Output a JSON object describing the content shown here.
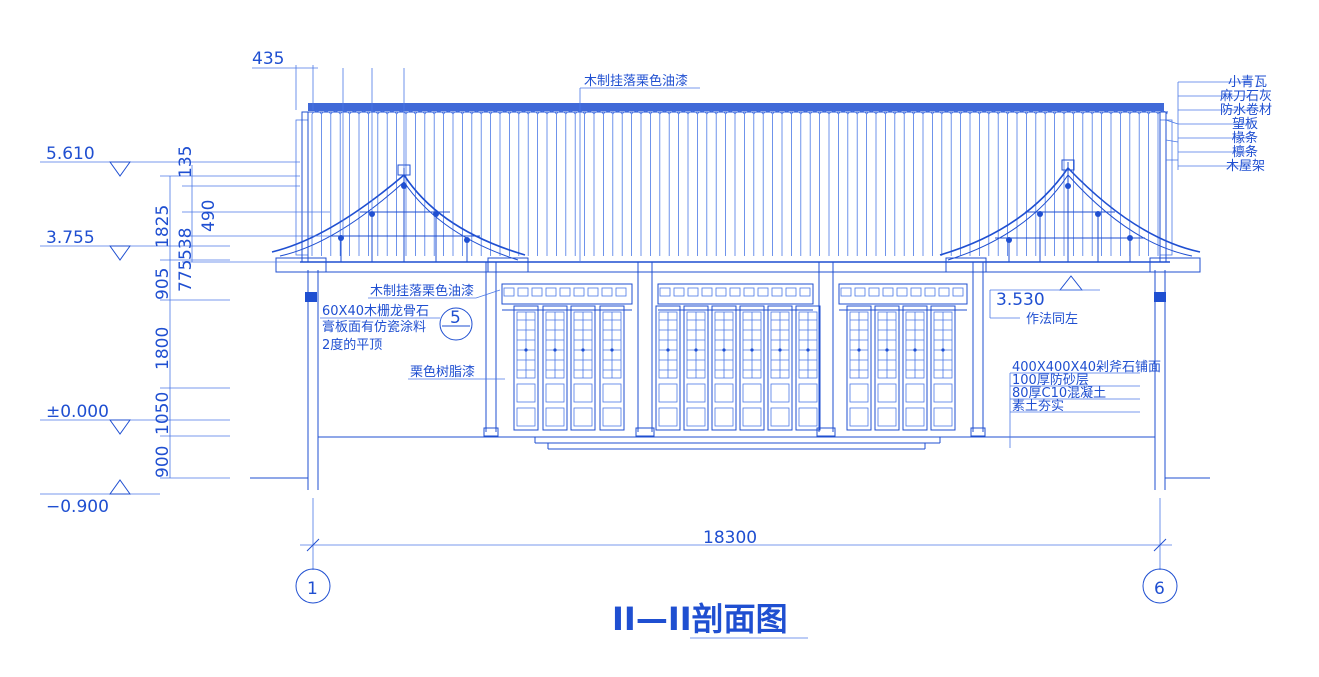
{
  "drawing": {
    "title": "II—II剖面图",
    "elevations": [
      "5.610",
      "3.755",
      "±0.000",
      "−0.900"
    ],
    "elevation_right": "3.530",
    "vertical_dims": [
      "135",
      "1825",
      "490",
      "538",
      "775",
      "905",
      "1800",
      "1050",
      "900"
    ],
    "top_dim": "435",
    "overall_dim": "18300",
    "axis_left": "1",
    "axis_right": "6",
    "detail_number": "5",
    "roof_callouts": [
      "小青瓦",
      "麻刀石灰",
      "防水卷材",
      "望板",
      "椽条",
      "檩条",
      "木屋架"
    ],
    "notes": {
      "top_note": "木制挂落栗色油漆",
      "mid_note": "木制挂落栗色油漆",
      "ceiling_1": "60X40木栅龙骨石",
      "ceiling_2": "膏板面有仿瓷涂料",
      "ceiling_3": "2度的平顶",
      "paint": "栗色树脂漆",
      "same_as_left": "作法同左",
      "floor_1": "400X400X40剁斧石铺面",
      "floor_2": "100厚防砂层",
      "floor_3": "80厚C10混凝土",
      "floor_4": "素土夯实"
    }
  }
}
